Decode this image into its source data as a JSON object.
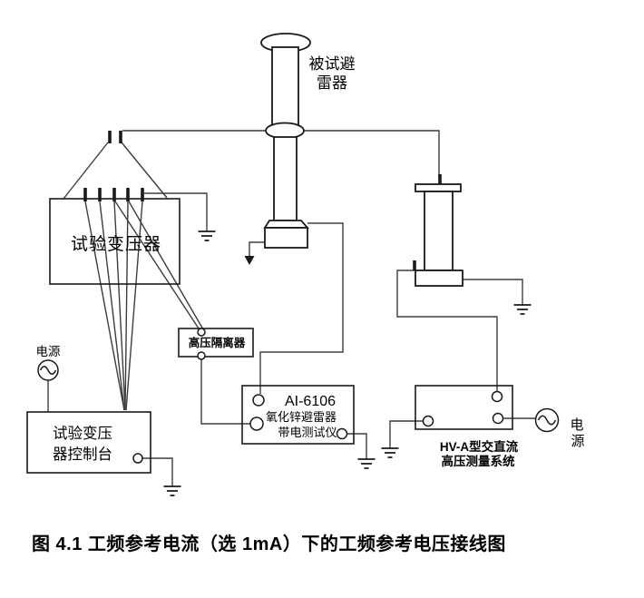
{
  "figure": {
    "caption": "图 4.1 工频参考电流（选 1mA）下的工频参考电压接线图"
  },
  "labels": {
    "arrester": {
      "line1": "被试避",
      "line2": "雷器"
    },
    "transformer": "试验变压器",
    "isolator": "高压隔离器",
    "tester": {
      "model": "AI-6106",
      "line2": "氧化锌避雷器",
      "line3": "带电测试仪"
    },
    "console": {
      "line1": "试验变压",
      "line2": "器控制台"
    },
    "power_left": "电源",
    "power_right": {
      "line1": "电",
      "line2": "源"
    },
    "hva": {
      "line1": "HV-A型交直流",
      "line2": "高压测量系统"
    }
  },
  "colors": {
    "background": "#ffffff",
    "line": "#1a1a1a",
    "wire": "#3d3d3d",
    "text": "#000000"
  }
}
